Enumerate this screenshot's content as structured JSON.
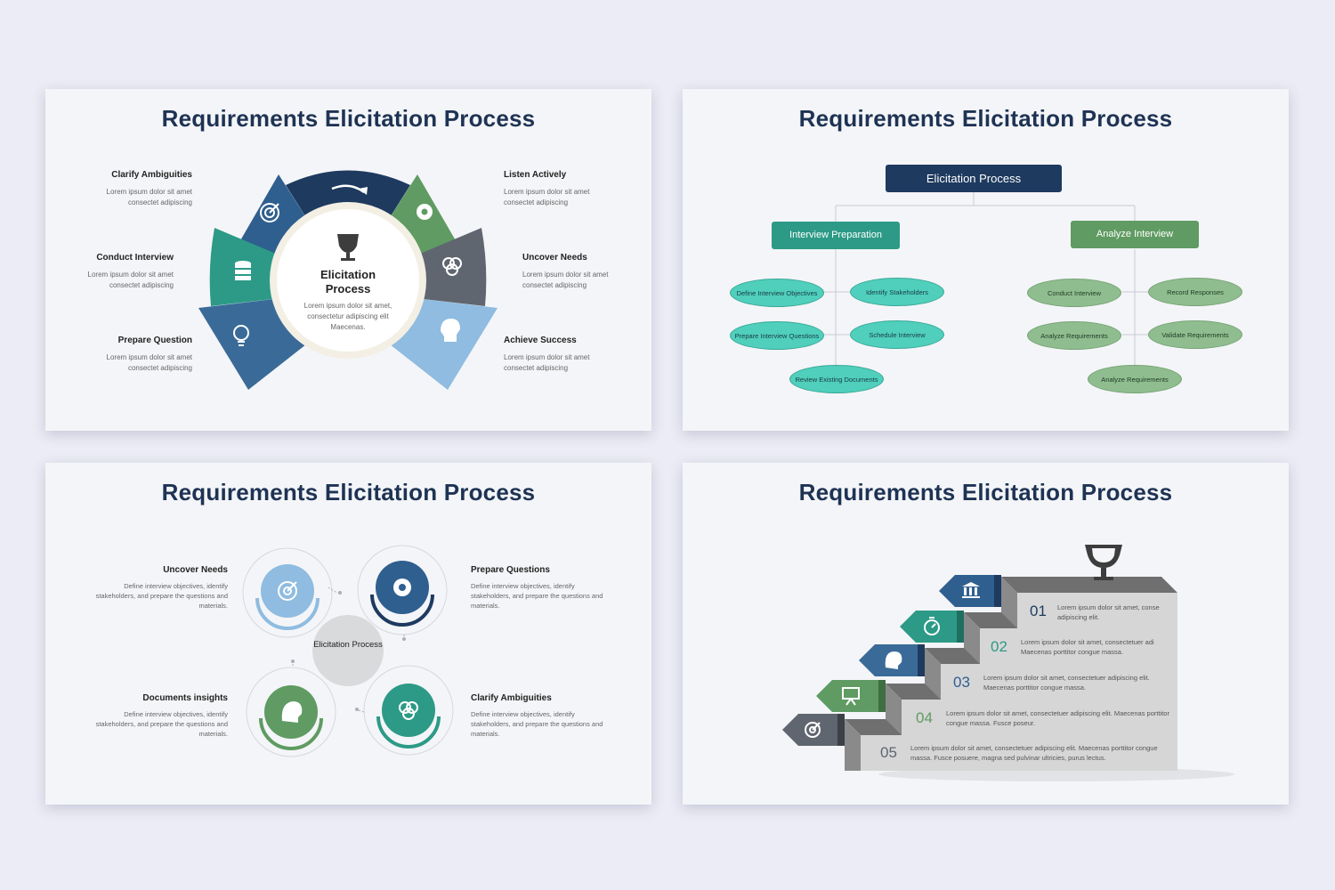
{
  "colors": {
    "navy": "#1e3a5f",
    "blue": "#2f5f8f",
    "teal": "#2c9a86",
    "green": "#5f9b62",
    "gray": "#5f6670",
    "light_blue": "#8fbce0",
    "mint": "#4fcfbc",
    "sage": "#8fbd8f"
  },
  "slide1": {
    "title": "Requirements Elicitation Process",
    "center": {
      "title": "Elicitation Process",
      "desc": "Lorem ipsum dolor sit amet, consectetur adipiscing elit Maecenas."
    },
    "items": [
      {
        "label": "Clarify Ambiguities",
        "desc": "Lorem ipsum dolor sit amet consectet adipiscing",
        "icon": "target-icon"
      },
      {
        "label": "Conduct Interview",
        "desc": "Lorem ipsum dolor sit amet consectet adipiscing",
        "icon": "database-icon"
      },
      {
        "label": "Prepare Question",
        "desc": "Lorem ipsum dolor sit amet consectet adipiscing",
        "icon": "lightbulb-icon"
      },
      {
        "label": "Listen Actively",
        "desc": "Lorem ipsum dolor sit amet consectet adipiscing",
        "icon": "gear-icon"
      },
      {
        "label": "Uncover Needs",
        "desc": "Lorem ipsum dolor sit amet consectet adipiscing",
        "icon": "venn-icon"
      },
      {
        "label": "Achieve Success",
        "desc": "Lorem ipsum dolor sit amet consectet adipiscing",
        "icon": "head-gears-icon"
      }
    ]
  },
  "slide2": {
    "title": "Requirements Elicitation Process",
    "root": "Elicitation Process",
    "left_branch": {
      "label": "Interview Preparation",
      "nodes": [
        "Define Interview Objectives",
        "Identify Stakeholders",
        "Prepare Interview Questions",
        "Schedule Interview",
        "Review Existing Documents"
      ]
    },
    "right_branch": {
      "label": "Analyze Interview",
      "nodes": [
        "Conduct Interview",
        "Record Responses",
        "Analyze Requirements",
        "Validate Requirements",
        "Analyze Requirements"
      ]
    }
  },
  "slide3": {
    "title": "Requirements Elicitation Process",
    "center": "Elicitation Process",
    "items": [
      {
        "label": "Uncover Needs",
        "desc": "Define interview objectives, identify stakeholders, and prepare the questions and materials.",
        "icon": "target-icon"
      },
      {
        "label": "Prepare Questions",
        "desc": "Define interview objectives, identify stakeholders, and prepare the questions and materials.",
        "icon": "gear-icon"
      },
      {
        "label": "Documents insights",
        "desc": "Define interview objectives, identify stakeholders, and prepare the questions and materials.",
        "icon": "head-gears-icon"
      },
      {
        "label": "Clarify Ambiguities",
        "desc": "Define interview objectives, identify stakeholders, and prepare the questions and materials.",
        "icon": "venn-icon"
      }
    ]
  },
  "slide4": {
    "title": "Requirements Elicitation Process",
    "steps": [
      {
        "num": "01",
        "text": "Lorem ipsum dolor sit amet, conse adipiscing elit.",
        "icon": "bank-icon"
      },
      {
        "num": "02",
        "text": "Lorem ipsum dolor sit amet, consectetuer adi Maecenas porttitor congue massa.",
        "icon": "stopwatch-icon"
      },
      {
        "num": "03",
        "text": "Lorem ipsum dolor sit amet, consectetuer adipiscing elit. Maecenas porttitor congue massa.",
        "icon": "head-gears-icon"
      },
      {
        "num": "04",
        "text": "Lorem ipsum dolor sit amet, consectetuer adipiscing elit. Maecenas porttitor congue massa. Fusce poseur.",
        "icon": "presentation-icon"
      },
      {
        "num": "05",
        "text": "Lorem ipsum dolor sit amet, consectetuer adipiscing elit. Maecenas porttitor congue massa. Fusce posuere, magna sed pulvinar ultricies, purus lectus.",
        "icon": "target-icon"
      }
    ],
    "trophy_icon": "trophy-icon"
  }
}
